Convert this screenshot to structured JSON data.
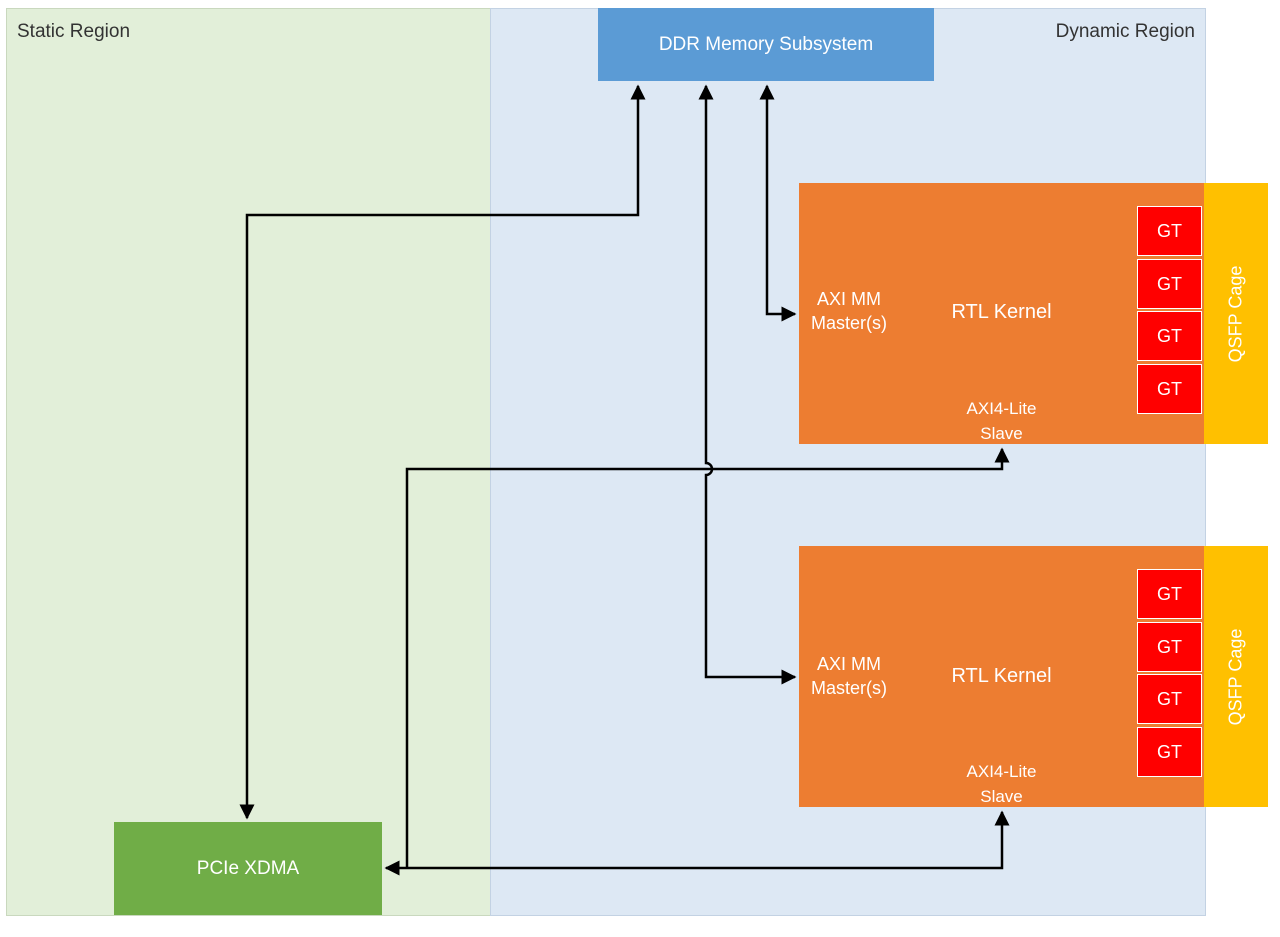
{
  "regions": {
    "static_label": "Static Region",
    "dynamic_label": "Dynamic Region"
  },
  "ddr": {
    "label": "DDR Memory Subsystem"
  },
  "kernels": [
    {
      "title": "RTL Kernel",
      "master_line1": "AXI MM",
      "master_line2": "Master(s)",
      "slave_line1": "AXI4-Lite",
      "slave_line2": "Slave",
      "gts": [
        "GT",
        "GT",
        "GT",
        "GT"
      ],
      "qsfp_label": "QSFP Cage"
    },
    {
      "title": "RTL Kernel",
      "master_line1": "AXI MM",
      "master_line2": "Master(s)",
      "slave_line1": "AXI4-Lite",
      "slave_line2": "Slave",
      "gts": [
        "GT",
        "GT",
        "GT",
        "GT"
      ],
      "qsfp_label": "QSFP Cage"
    }
  ],
  "pcie": {
    "label": "PCIe XDMA"
  },
  "colors": {
    "static_region": "#e2efd9",
    "dynamic_region": "#dde8f4",
    "ddr": "#5b9bd5",
    "kernel": "#ed7d31",
    "gt": "#ff0000",
    "qsfp": "#ffc000",
    "pcie": "#70ad47",
    "connector": "#000000"
  }
}
